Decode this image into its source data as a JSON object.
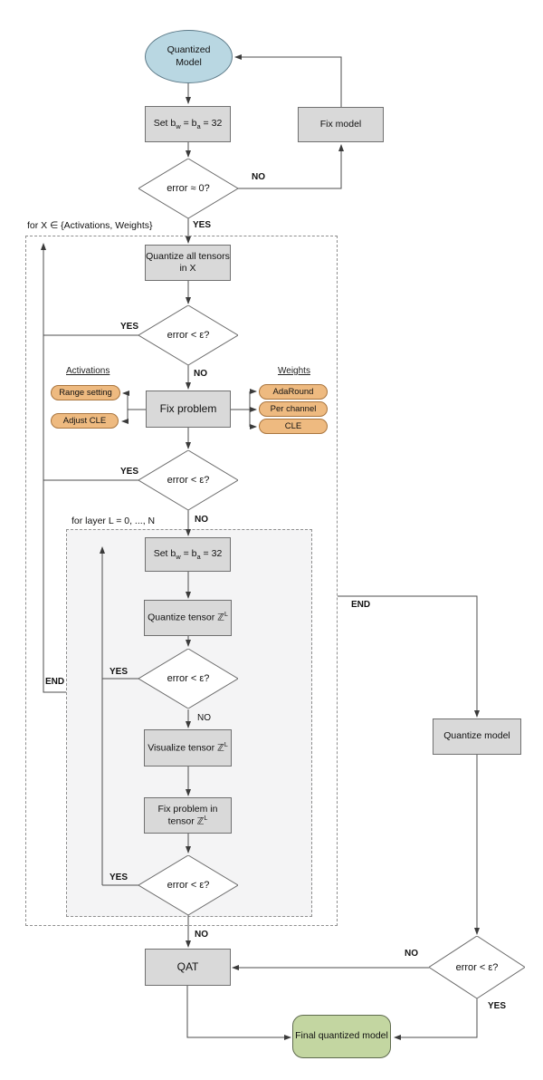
{
  "labels": {
    "yes": "YES",
    "no": "NO",
    "end": "END"
  },
  "loops": {
    "for_x": "for X ∈ {Activations, Weights}",
    "for_layer": "for layer L = 0, ..., N"
  },
  "nodes": {
    "start": {
      "line1": "Quantized",
      "line2": "Model"
    },
    "set_bits": {
      "p1": "Set b",
      "s1": "w",
      "p2": " = b",
      "s2": "a",
      "p3": " = 32"
    },
    "fix_model": "Fix model",
    "err_zero": "error ≈ 0?",
    "err_eps": "error < ε?",
    "quantize_all": {
      "line1": "Quantize all tensors",
      "line2": "in X"
    },
    "fix_problem": "Fix problem",
    "quantize_tensor": {
      "p1": "Quantize tensor ℤ",
      "sup": "L"
    },
    "visualize_tensor": {
      "p1": "Visualize tensor ℤ",
      "sup": "L"
    },
    "fix_tensor": {
      "line1": "Fix problem in",
      "line2": "tensor ℤ",
      "sup": "L"
    },
    "qat": "QAT",
    "quantize_model": "Quantize model",
    "final_model": "Final quantized model"
  },
  "groups": {
    "activations": {
      "header": "Activations",
      "items": [
        "Range setting",
        "Adjust CLE"
      ]
    },
    "weights": {
      "header": "Weights",
      "items": [
        "AdaRound",
        "Per channel",
        "CLE"
      ]
    }
  },
  "colors": {
    "node_fill": "#d9d9d9",
    "node_border": "#707070",
    "start_fill": "#b9d7e2",
    "start_border": "#5d7a88",
    "pill_fill": "#eeba80",
    "pill_border": "#a9753e",
    "final_fill": "#c3d6a1",
    "final_border": "#5f6b4f",
    "inner_region_fill": "#f4f4f5",
    "dash_border": "#8f8f8f",
    "connector": "#4d4d4d"
  }
}
